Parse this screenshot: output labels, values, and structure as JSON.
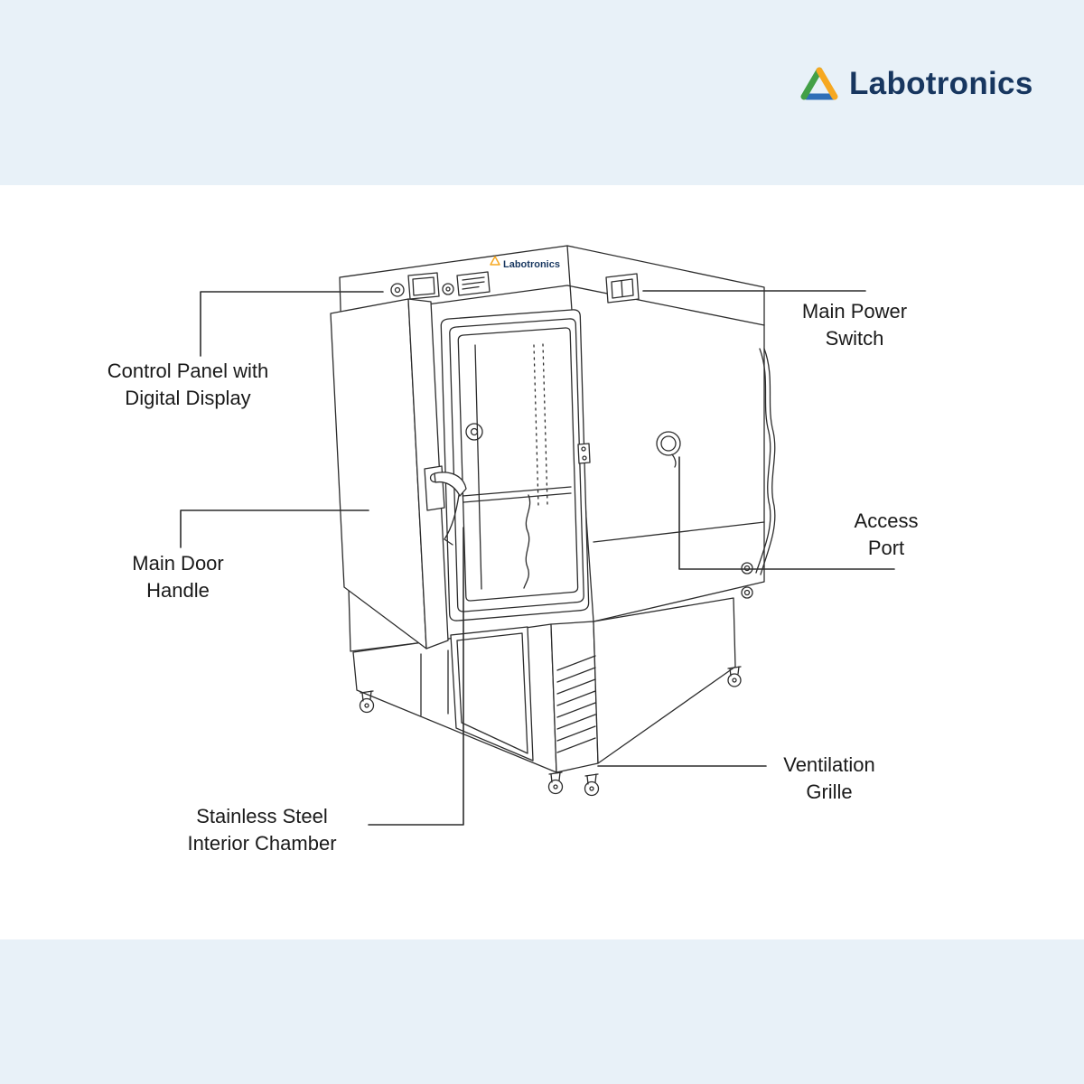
{
  "page": {
    "band_color": "#e8f1f8",
    "main_background": "#ffffff",
    "line_color": "#2c2c2c"
  },
  "brand": {
    "name": "Labotronics",
    "text_color": "#17365f",
    "triangle_colors": {
      "left": "#43a047",
      "right": "#f6a821",
      "bottom": "#2f6fb7"
    }
  },
  "machine": {
    "top_logo_text": "Labotronics"
  },
  "labels": {
    "control_panel": {
      "line1": "Control Panel with",
      "line2": "Digital Display"
    },
    "main_door_handle": {
      "line1": "Main Door",
      "line2": "Handle"
    },
    "interior_chamber": {
      "line1": "Stainless Steel",
      "line2": "Interior Chamber"
    },
    "power_switch": {
      "line1": "Main Power",
      "line2": "Switch"
    },
    "access_port": {
      "line1": "Access",
      "line2": "Port"
    },
    "ventilation_grille": {
      "line1": "Ventilation",
      "line2": "Grille"
    }
  }
}
